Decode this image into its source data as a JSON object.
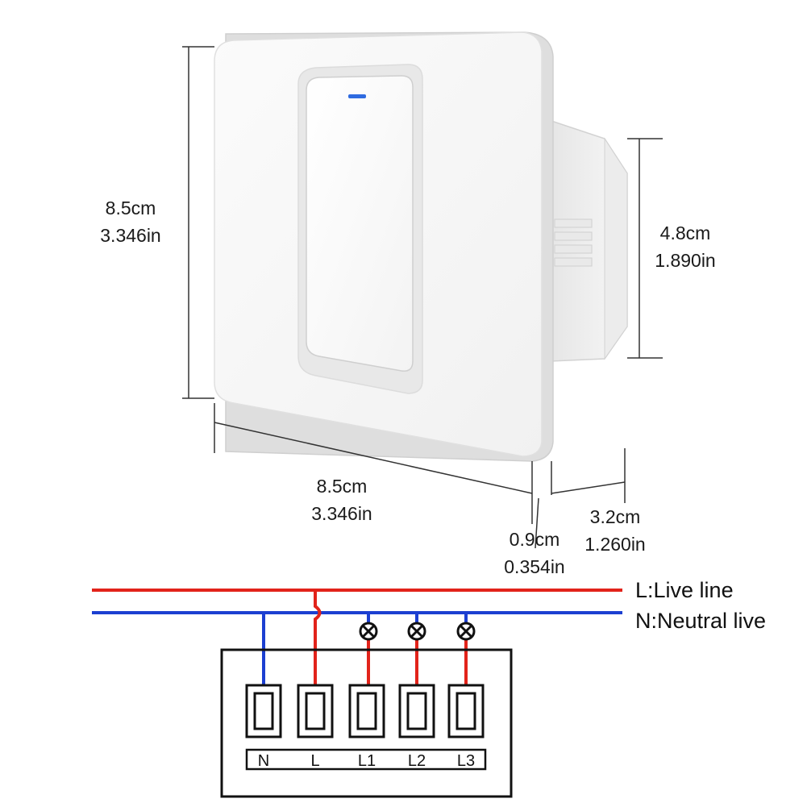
{
  "dimensions": {
    "panel_height": {
      "metric": "8.5cm",
      "imperial": "3.346in"
    },
    "panel_width": {
      "metric": "8.5cm",
      "imperial": "3.346in"
    },
    "back_box_height": {
      "metric": "4.8cm",
      "imperial": "1.890in"
    },
    "panel_thickness": {
      "metric": "0.9cm",
      "imperial": "0.354in"
    },
    "total_depth": {
      "metric": "3.2cm",
      "imperial": "1.260in"
    }
  },
  "wiring": {
    "live_line_label": "L:Live line",
    "neutral_line_label": "N:Neutral live",
    "terminals": [
      {
        "id": "N",
        "label": "N"
      },
      {
        "id": "L",
        "label": "L"
      },
      {
        "id": "L1",
        "label": "L1"
      },
      {
        "id": "L2",
        "label": "L2"
      },
      {
        "id": "L3",
        "label": "L3"
      }
    ],
    "colors": {
      "live": "#e2231a",
      "neutral": "#1c3fd1",
      "indicator_led": "#2f6be0"
    }
  }
}
